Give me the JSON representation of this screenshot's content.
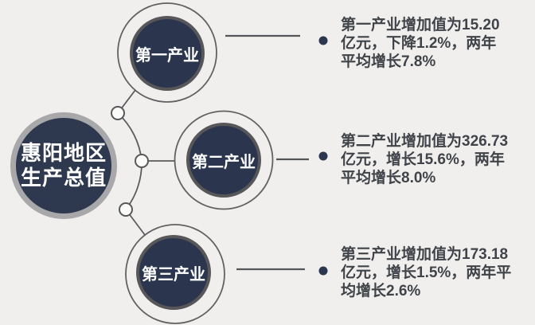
{
  "diagram": {
    "center": {
      "title_lines": [
        "惠阳地区",
        "生产总值"
      ]
    },
    "branches": [
      {
        "label": "第一产业",
        "desc_lines": [
          "第一产业增加值为15.20",
          "亿元，下降1.2%，两年",
          "平均增长7.8%"
        ],
        "value_yi_yuan": 15.2,
        "growth_pct": -1.2,
        "two_year_avg_growth_pct": 7.8
      },
      {
        "label": "第二产业",
        "desc_lines": [
          "第二产业增加值为326.73",
          "亿元，增长15.6%，两年",
          "平均增长8.0%"
        ],
        "value_yi_yuan": 326.73,
        "growth_pct": 15.6,
        "two_year_avg_growth_pct": 8.0
      },
      {
        "label": "第三产业",
        "desc_lines": [
          "第三产业增加值为173.18",
          "亿元，增长1.5%，两年平",
          "均增长2.6%"
        ],
        "value_yi_yuan": 173.18,
        "growth_pct": 1.5,
        "two_year_avg_growth_pct": 2.6
      }
    ],
    "colors": {
      "background": "#f0efee",
      "circle_navy": "#2b364e",
      "main_ring_silver": "#a8a8aa",
      "inner_border_gray": "#57575a",
      "connector_gray": "#5c5c5e",
      "text_dark": "#404449"
    }
  }
}
